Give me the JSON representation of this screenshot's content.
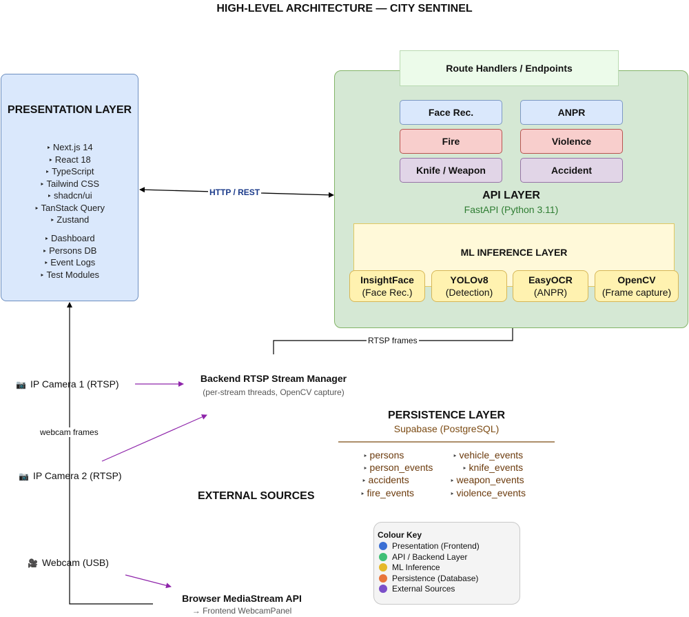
{
  "title": "HIGH-LEVEL ARCHITECTURE — CITY SENTINEL",
  "presentation": {
    "title": "PRESENTATION LAYER",
    "tech": [
      "Next.js 14",
      "React 18",
      "TypeScript",
      "Tailwind CSS",
      "shadcn/ui",
      "TanStack Query",
      "Zustand"
    ],
    "pages": [
      "Dashboard",
      "Persons DB",
      "Event Logs",
      "Test Modules"
    ]
  },
  "api": {
    "route_handlers": "Route Handlers / Endpoints",
    "detectors": [
      {
        "label": "Face Rec.",
        "color": "#dae8fc"
      },
      {
        "label": "ANPR",
        "color": "#dae8fc"
      },
      {
        "label": "Fire",
        "color": "#f8cecc"
      },
      {
        "label": "Violence",
        "color": "#f8cecc"
      },
      {
        "label": "Knife / Weapon",
        "color": "#e1d5e7"
      },
      {
        "label": "Accident",
        "color": "#e1d5e7"
      }
    ],
    "title": "API LAYER",
    "subtitle": "FastAPI (Python 3.11)"
  },
  "ml": {
    "title": "ML INFERENCE LAYER",
    "models": [
      {
        "name": "InsightFace",
        "role": "(Face Rec.)"
      },
      {
        "name": "YOLOv8",
        "role": "(Detection)"
      },
      {
        "name": "EasyOCR",
        "role": "(ANPR)"
      },
      {
        "name": "OpenCV",
        "role": "(Frame capture)"
      }
    ]
  },
  "edges": {
    "http_rest": "HTTP / REST",
    "rtsp_frames": "RTSP frames",
    "webcam_frames": "webcam frames"
  },
  "sources": {
    "camera_icon": "📷",
    "webcam_icon": "🎥",
    "ip_camera_1": "IP Camera 1 (RTSP)",
    "ip_camera_2": "IP Camera 2 (RTSP)",
    "webcam": "Webcam (USB)",
    "external_label": "EXTERNAL SOURCES"
  },
  "rtsp_manager": {
    "title": "Backend RTSP Stream Manager",
    "subtitle": "(per-stream threads, OpenCV capture)"
  },
  "browser_api": {
    "title": "Browser MediaStream API",
    "subtitle": "→ Frontend WebcamPanel"
  },
  "persistence": {
    "title": "PERSISTENCE LAYER",
    "subtitle": "Supabase (PostgreSQL)",
    "left_tables": [
      "persons",
      "person_events",
      "accidents",
      "fire_events"
    ],
    "right_tables": [
      "vehicle_events",
      "knife_events",
      "weapon_events",
      "violence_events"
    ]
  },
  "colour_key": {
    "title": "Colour Key",
    "items": [
      {
        "label": "Presentation (Frontend)",
        "color": "#3b6fd4"
      },
      {
        "label": "API / Backend Layer",
        "color": "#3fbf75"
      },
      {
        "label": "ML Inference",
        "color": "#e5b82a"
      },
      {
        "label": "Persistence (Database)",
        "color": "#e8743b"
      },
      {
        "label": "External Sources",
        "color": "#7b4fc9"
      }
    ]
  }
}
